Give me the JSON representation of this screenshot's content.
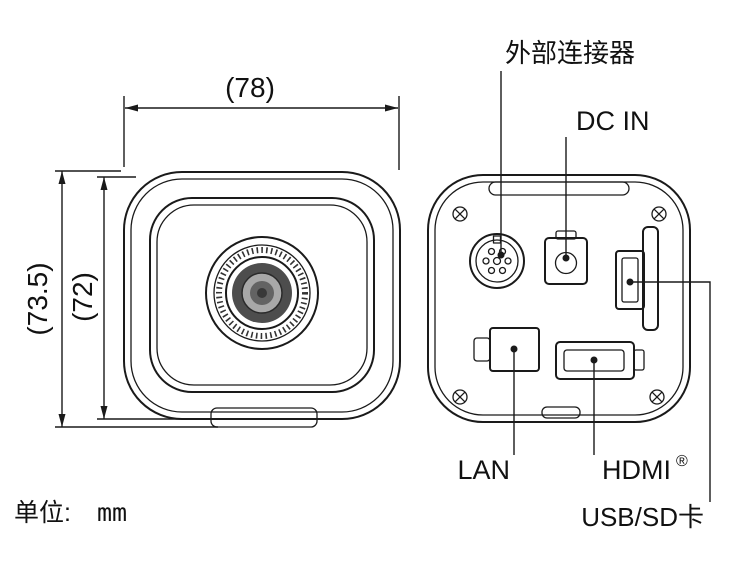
{
  "diagram": {
    "dimensions": {
      "width": "(78)",
      "height_outer": "(73.5)",
      "height_inner": "(72)"
    },
    "labels": {
      "external_connector": "外部连接器",
      "dc_in": "DC IN",
      "lan": "LAN",
      "hdmi": "HDMI",
      "hdmi_reg": "®",
      "usb_sd": "USB/SD卡"
    },
    "unit": {
      "label": "单位:",
      "value": "mm"
    },
    "colors": {
      "line": "#1a1a1a",
      "background": "#ffffff"
    }
  }
}
